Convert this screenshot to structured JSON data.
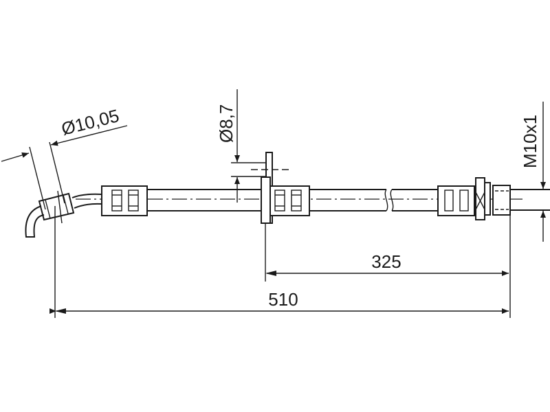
{
  "drawing": {
    "title": "Brake hose technical drawing",
    "dimensions": {
      "overall_length": "510",
      "bracket_to_end": "325",
      "fitting_diameter": "Ø10,05",
      "bracket_hole_diameter": "Ø8,7",
      "thread": "M10x1"
    }
  }
}
